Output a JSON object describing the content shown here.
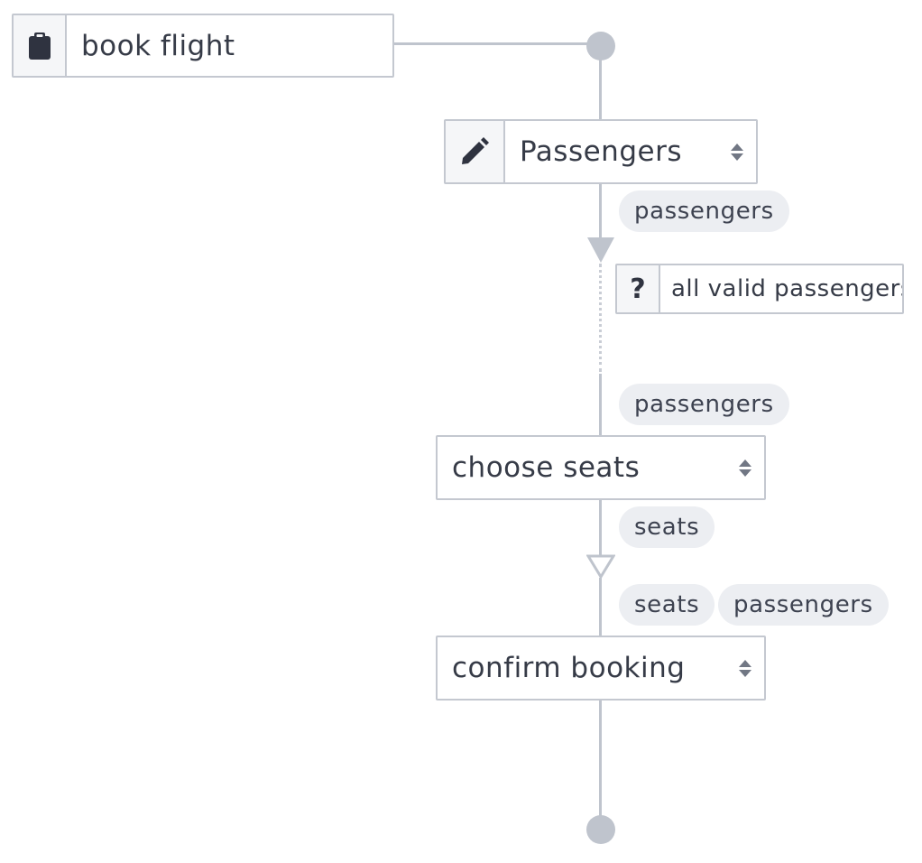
{
  "colors": {
    "connector": "#bfc4cd",
    "node_border": "#c4c8d0",
    "pill_background": "#eceef2",
    "text": "#363b47",
    "icon": "#2f3340"
  },
  "start_node": {
    "icon": "clipboard-icon",
    "label": "book flight"
  },
  "steps": {
    "passengers": {
      "icon": "pencil-icon",
      "label": "Passengers"
    },
    "condition": {
      "icon": "question-mark-icon",
      "icon_glyph": "?",
      "label": "all valid passengers"
    },
    "choose_seats": {
      "label": "choose seats"
    },
    "confirm_booking": {
      "label": "confirm booking"
    }
  },
  "pills": {
    "passengers_output": "passengers",
    "passengers_input": "passengers",
    "seats_output": "seats",
    "confirm_input_seats": "seats",
    "confirm_input_passengers": "passengers"
  }
}
